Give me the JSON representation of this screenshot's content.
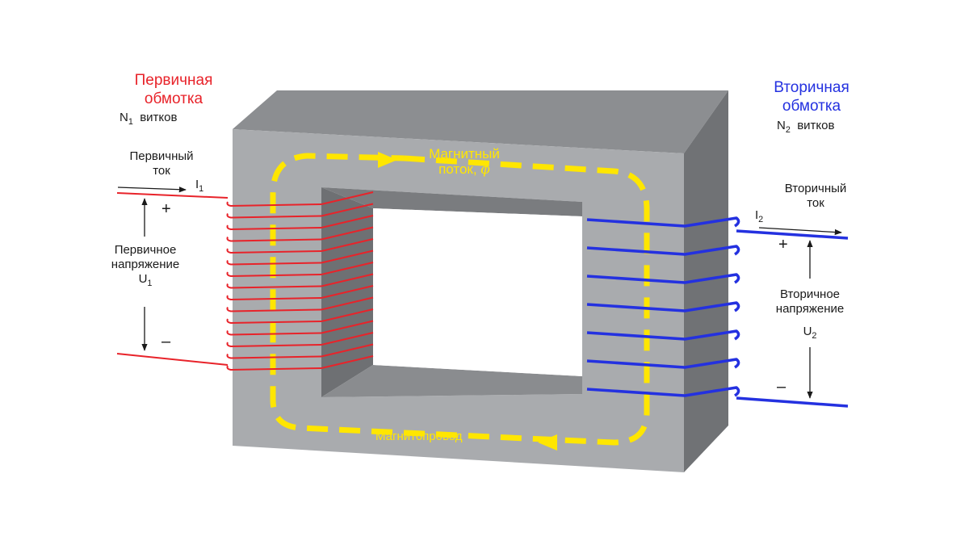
{
  "colors": {
    "primary": "#e8232a",
    "secondary": "#2431e0",
    "flux": "#ffe600",
    "core_front": "#a9abae",
    "core_top": "#8c8e91",
    "core_side": "#707275",
    "text": "#1a1a1a"
  },
  "primary": {
    "title_line1": "Первичная",
    "title_line2": "обмотка",
    "turns_symbol": "N",
    "turns_sub": "1",
    "turns_word": "витков",
    "current_line1": "Первичный",
    "current_line2": "ток",
    "current_symbol": "I",
    "current_sub": "1",
    "plus": "+",
    "minus": "–",
    "voltage_line1": "Первичное",
    "voltage_line2": "напряжение",
    "voltage_symbol": "U",
    "voltage_sub": "1"
  },
  "secondary": {
    "title_line1": "Вторичная",
    "title_line2": "обмотка",
    "turns_symbol": "N",
    "turns_sub": "2",
    "turns_word": "витков",
    "current_line1": "Вторичный",
    "current_line2": "ток",
    "current_symbol": "I",
    "current_sub": "2",
    "plus": "+",
    "minus": "–",
    "voltage_line1": "Вторичное",
    "voltage_line2": "напряжение",
    "voltage_symbol": "U",
    "voltage_sub": "2"
  },
  "flux": {
    "line1": "Магнитный",
    "line2": "поток,",
    "symbol": "ϕ"
  },
  "core": {
    "label": "Магнитопровод"
  }
}
